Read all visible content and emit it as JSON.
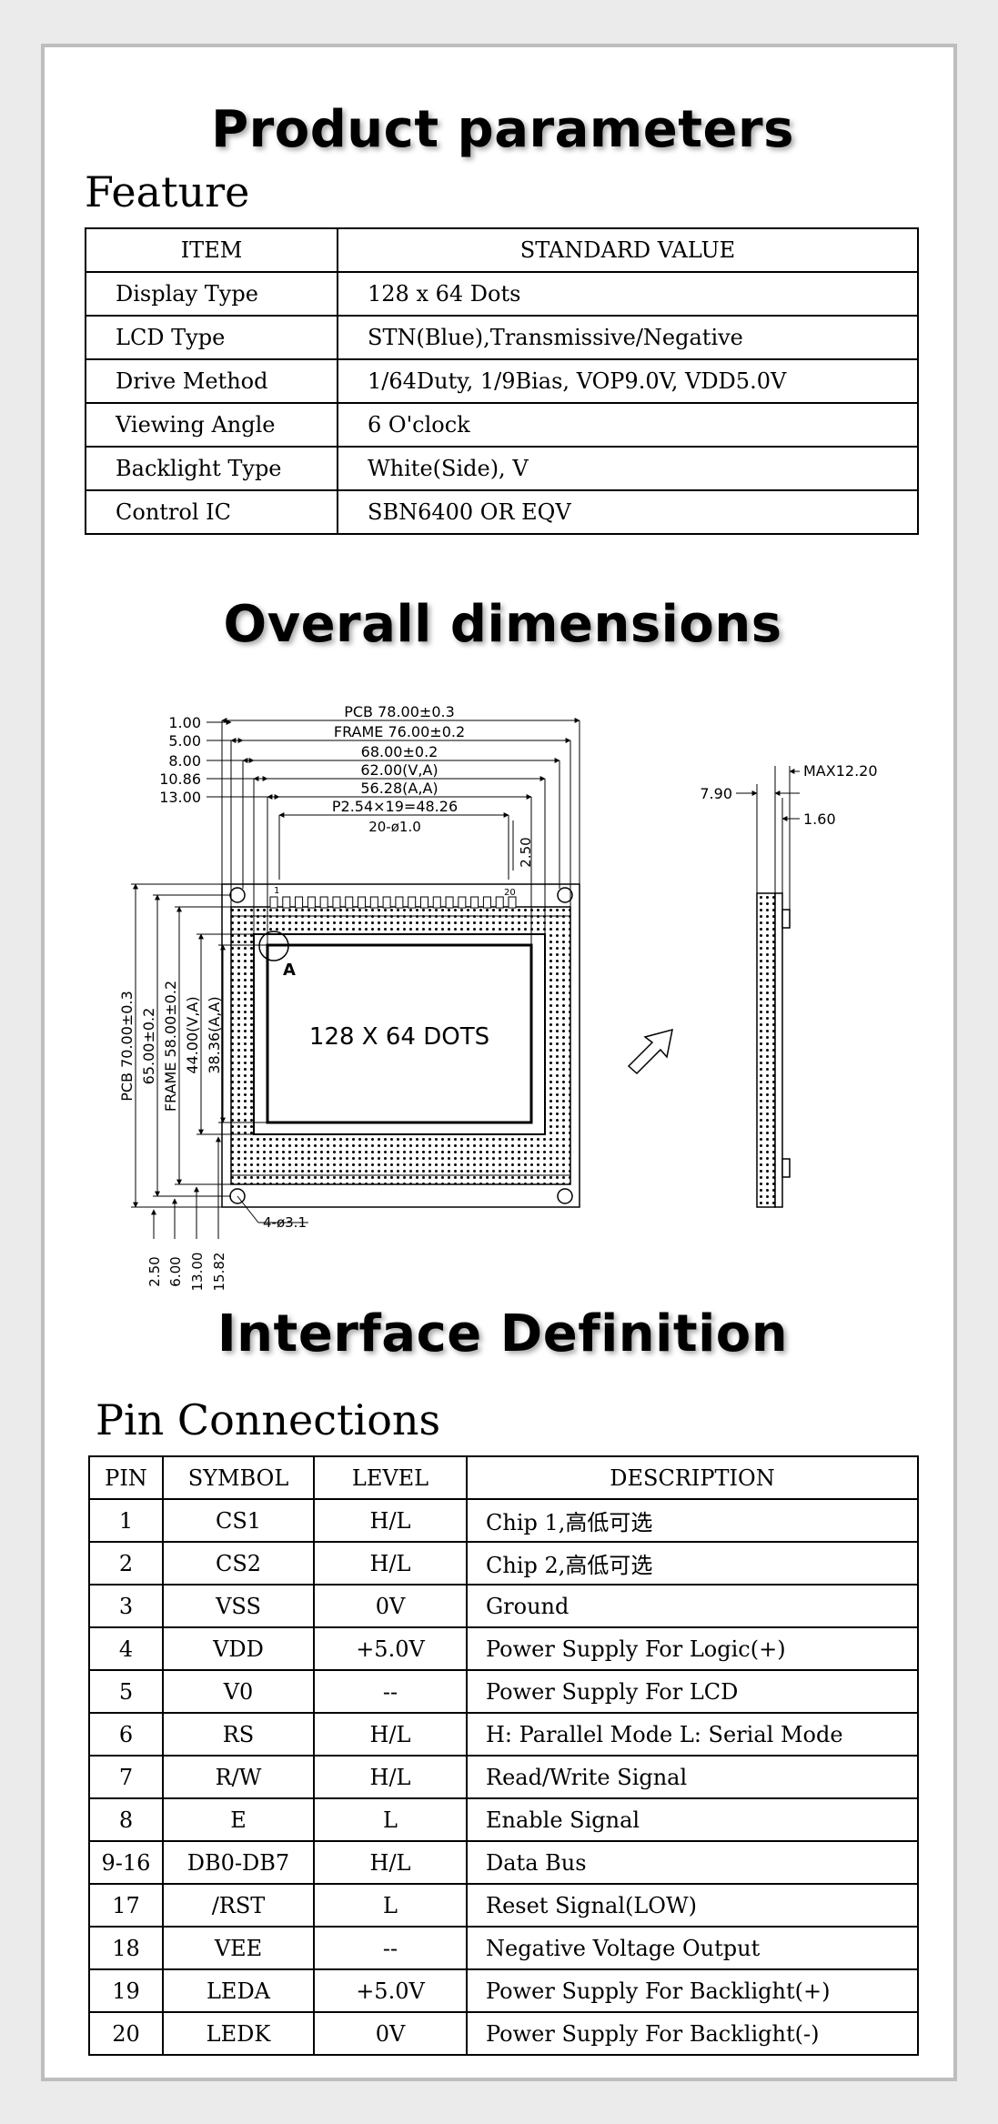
{
  "titles": {
    "product": "Product parameters",
    "feature": "Feature",
    "dimensions": "Overall dimensions",
    "interface": "Interface Definition",
    "pins": "Pin Connections"
  },
  "feature_table": {
    "headers": [
      "ITEM",
      "STANDARD VALUE"
    ],
    "rows": [
      {
        "item": "Display Type",
        "value": "128 x 64 Dots"
      },
      {
        "item": "LCD Type",
        "value": "STN(Blue),Transmissive/Negative"
      },
      {
        "item": "Drive Method",
        "value": "1/64Duty, 1/9Bias, VOP9.0V, VDD5.0V"
      },
      {
        "item": "Viewing Angle",
        "value": "6 O'clock"
      },
      {
        "item": "Backlight Type",
        "value": "White(Side), V"
      },
      {
        "item": "Control IC",
        "value": "SBN6400 OR EQV"
      }
    ]
  },
  "drawing": {
    "pcb_width": "PCB 78.00±0.3",
    "frame_width": "FRAME 76.00±0.2",
    "w68": "68.00±0.2",
    "va_width": "62.00(V,A)",
    "aa_width": "56.28(A,A)",
    "pitch": "P2.54×19=48.26",
    "holes": "20-ø1.0",
    "d250": "2.50",
    "left_offsets": [
      "1.00",
      "5.00",
      "8.00",
      "10.86",
      "13.00"
    ],
    "pcb_height": "PCB 70.00±0.3",
    "h65": "65.00±0.2",
    "frame_height": "FRAME 58.00±0.2",
    "va_height": "44.00(V,A)",
    "aa_height": "38.36(A,A)",
    "bottom_offsets": [
      "2.50",
      "6.00",
      "13.00",
      "15.82"
    ],
    "mount_holes": "4-ø3.1",
    "screen_label": "128 X 64 DOTS",
    "detail_label": "A",
    "pin1": "1",
    "pin20": "20",
    "side_t1": "7.90",
    "side_max": "MAX12.20",
    "side_t2": "1.60"
  },
  "pin_table": {
    "headers": [
      "PIN",
      "SYMBOL",
      "LEVEL",
      "DESCRIPTION"
    ],
    "rows": [
      {
        "pin": "1",
        "symbol": "CS1",
        "level": "H/L",
        "desc": "Chip 1,高低可选"
      },
      {
        "pin": "2",
        "symbol": "CS2",
        "level": "H/L",
        "desc": "Chip 2,高低可选"
      },
      {
        "pin": "3",
        "symbol": "VSS",
        "level": "0V",
        "desc": "Ground"
      },
      {
        "pin": "4",
        "symbol": "VDD",
        "level": "+5.0V",
        "desc": "Power Supply For Logic(+)"
      },
      {
        "pin": "5",
        "symbol": "V0",
        "level": "--",
        "desc": "Power Supply For LCD"
      },
      {
        "pin": "6",
        "symbol": "RS",
        "level": "H/L",
        "desc": "H: Parallel Mode  L: Serial Mode"
      },
      {
        "pin": "7",
        "symbol": "R/W",
        "level": "H/L",
        "desc": "Read/Write Signal"
      },
      {
        "pin": "8",
        "symbol": "E",
        "level": "L",
        "desc": "Enable Signal"
      },
      {
        "pin": "9-16",
        "symbol": "DB0-DB7",
        "level": "H/L",
        "desc": "Data Bus"
      },
      {
        "pin": "17",
        "symbol": "/RST",
        "level": "L",
        "desc": "Reset Signal(LOW)"
      },
      {
        "pin": "18",
        "symbol": "VEE",
        "level": "--",
        "desc": "Negative Voltage Output"
      },
      {
        "pin": "19",
        "symbol": "LEDA",
        "level": "+5.0V",
        "desc": "Power Supply For Backlight(+)"
      },
      {
        "pin": "20",
        "symbol": "LEDK",
        "level": "0V",
        "desc": "Power Supply For Backlight(-)"
      }
    ]
  }
}
